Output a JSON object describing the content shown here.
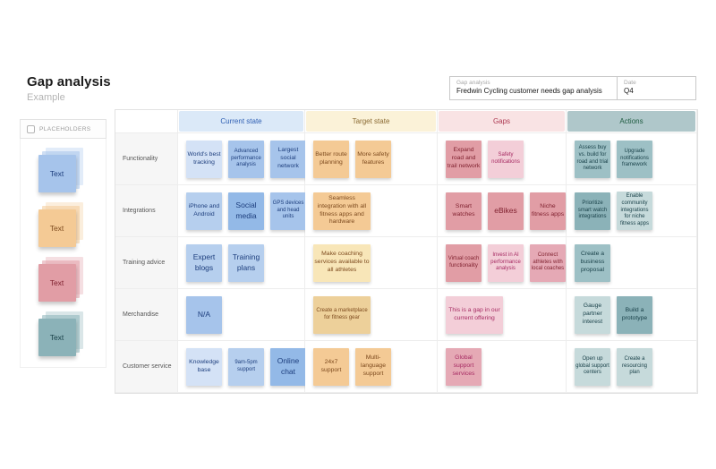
{
  "page": {
    "title": "Gap analysis",
    "subtitle": "Example"
  },
  "info_box": {
    "name_label": "Gap analysis",
    "name_value": "Fredwin Cycling customer needs gap analysis",
    "date_label": "Date",
    "date_value": "Q4"
  },
  "placeholders": {
    "label": "PLACEHOLDERS",
    "stacks": [
      {
        "name": "blue",
        "label": "Text",
        "bg": "blue_med",
        "fg": "blue_text"
      },
      {
        "name": "orange",
        "label": "Text",
        "bg": "orange",
        "fg": "orange_text"
      },
      {
        "name": "pink",
        "label": "Text",
        "bg": "pink_dark",
        "fg": "red_text"
      },
      {
        "name": "teal",
        "label": "Text",
        "bg": "teal_dark",
        "fg": "teal_text"
      }
    ]
  },
  "palette": {
    "blue_light": "#d4e2f6",
    "blue_med_light": "#b6cfee",
    "blue_med": "#a6c4eb",
    "blue_dark": "#93b9e7",
    "blue_text": "#1d3e7d",
    "orange": "#f4ca95",
    "yellow_light": "#f8e6b8",
    "amber": "#edd09a",
    "orange_text": "#7d4a1e",
    "pink_dark": "#e19da5",
    "pink_med": "#e5a9b5",
    "pink_light": "#f3ced8",
    "red_text": "#7e1f2d",
    "magenta_text": "#a62a62",
    "teal_dark": "#8bb2b8",
    "teal_med": "#9dc0c5",
    "teal_light": "#c6dadb",
    "teal_text": "#173f47"
  },
  "table": {
    "columns": [
      {
        "key": "current",
        "label": "Current state",
        "bg": "#dbe9f8",
        "fg": "#2f5fb3"
      },
      {
        "key": "target",
        "label": "Target state",
        "bg": "#fbf2d8",
        "fg": "#8a6a32"
      },
      {
        "key": "gaps",
        "label": "Gaps",
        "bg": "#f9e3e4",
        "fg": "#ad3a52"
      },
      {
        "key": "actions",
        "label": "Actions",
        "bg": "#afc7ca",
        "fg": "#1e5b40"
      }
    ],
    "rows": [
      {
        "label": "Functionality",
        "cells": {
          "current": [
            {
              "text": "World's best tracking",
              "bg": "blue_light",
              "fg": "blue_text"
            },
            {
              "text": "Advanced performance analysis",
              "bg": "blue_med",
              "fg": "blue_text",
              "size": "sm"
            },
            {
              "text": "Largest social network",
              "bg": "blue_med",
              "fg": "blue_text"
            }
          ],
          "target": [
            {
              "text": "Better route planning",
              "bg": "orange",
              "fg": "orange_text"
            },
            {
              "text": "More safety features",
              "bg": "orange",
              "fg": "orange_text"
            }
          ],
          "gaps": [
            {
              "text": "Expand road and trail network",
              "bg": "pink_dark",
              "fg": "red_text"
            },
            {
              "text": "Safety notifications",
              "bg": "pink_light",
              "fg": "magenta_text",
              "size": "sm"
            }
          ],
          "actions": [
            {
              "text": "Assess buy vs. build for road and trial network",
              "bg": "teal_med",
              "fg": "teal_text",
              "size": "sm"
            },
            {
              "text": "Upgrade notifications framework",
              "bg": "teal_med",
              "fg": "teal_text",
              "size": "sm"
            }
          ]
        }
      },
      {
        "label": "Integrations",
        "cells": {
          "current": [
            {
              "text": "iPhone and Android",
              "bg": "blue_med_light",
              "fg": "blue_text"
            },
            {
              "text": "Social media",
              "bg": "blue_dark",
              "fg": "blue_text",
              "size": "lg"
            },
            {
              "text": "GPS devices and head units",
              "bg": "blue_med",
              "fg": "blue_text",
              "size": "sm"
            }
          ],
          "target": [
            {
              "text": "Seamless integration with all fitness apps and hardware",
              "bg": "orange",
              "fg": "orange_text",
              "wide": true
            }
          ],
          "gaps": [
            {
              "text": "Smart watches",
              "bg": "pink_dark",
              "fg": "red_text"
            },
            {
              "text": "eBikes",
              "bg": "pink_dark",
              "fg": "red_text",
              "size": "lg"
            },
            {
              "text": "Niche fitness apps",
              "bg": "pink_dark",
              "fg": "red_text"
            }
          ],
          "actions": [
            {
              "text": "Prioritize smart watch integrations",
              "bg": "teal_dark",
              "fg": "teal_text",
              "size": "sm"
            },
            {
              "text": "Enable community integrations for niche fitness apps",
              "bg": "teal_light",
              "fg": "teal_text",
              "size": "sm"
            }
          ]
        }
      },
      {
        "label": "Training advice",
        "cells": {
          "current": [
            {
              "text": "Expert blogs",
              "bg": "blue_med_light",
              "fg": "blue_text",
              "size": "lg"
            },
            {
              "text": "Training plans",
              "bg": "blue_med_light",
              "fg": "blue_text",
              "size": "lg"
            }
          ],
          "target": [
            {
              "text": "Make coaching services available to all athletes",
              "bg": "yellow_light",
              "fg": "orange_text",
              "wide": true
            }
          ],
          "gaps": [
            {
              "text": "Virtual coach functionality",
              "bg": "pink_dark",
              "fg": "red_text",
              "size": "sm"
            },
            {
              "text": "Invest in AI performance analysis",
              "bg": "pink_light",
              "fg": "magenta_text",
              "size": "sm"
            },
            {
              "text": "Connect athletes with local coaches",
              "bg": "pink_med",
              "fg": "red_text",
              "size": "sm"
            }
          ],
          "actions": [
            {
              "text": "Create a business proposal",
              "bg": "teal_med",
              "fg": "teal_text"
            }
          ]
        }
      },
      {
        "label": "Merchandise",
        "cells": {
          "current": [
            {
              "text": "N/A",
              "bg": "blue_med",
              "fg": "blue_text",
              "size": "lg"
            }
          ],
          "target": [
            {
              "text": "Create a marketplace for fitness gear",
              "bg": "amber",
              "fg": "orange_text",
              "wide": true,
              "size": "sm"
            }
          ],
          "gaps": [
            {
              "text": "This is a gap in our current offering",
              "bg": "pink_light",
              "fg": "magenta_text",
              "wide": true
            }
          ],
          "actions": [
            {
              "text": "Gauge partner interest",
              "bg": "teal_light",
              "fg": "teal_text"
            },
            {
              "text": "Build a prototype",
              "bg": "teal_dark",
              "fg": "teal_text"
            }
          ]
        }
      },
      {
        "label": "Customer service",
        "cells": {
          "current": [
            {
              "text": "Knowledge base",
              "bg": "blue_light",
              "fg": "blue_text"
            },
            {
              "text": "9am-5pm support",
              "bg": "blue_med_light",
              "fg": "blue_text",
              "size": "sm"
            },
            {
              "text": "Online chat",
              "bg": "blue_dark",
              "fg": "blue_text",
              "size": "lg"
            }
          ],
          "target": [
            {
              "text": "24x7 support",
              "bg": "orange",
              "fg": "orange_text"
            },
            {
              "text": "Multi-language support",
              "bg": "orange",
              "fg": "orange_text"
            }
          ],
          "gaps": [
            {
              "text": "Global support services",
              "bg": "pink_med",
              "fg": "magenta_text"
            }
          ],
          "actions": [
            {
              "text": "Open up global support centers",
              "bg": "teal_light",
              "fg": "teal_text",
              "size": "sm"
            },
            {
              "text": "Create a resourcing plan",
              "bg": "teal_light",
              "fg": "teal_text",
              "size": "sm"
            }
          ]
        }
      }
    ]
  }
}
